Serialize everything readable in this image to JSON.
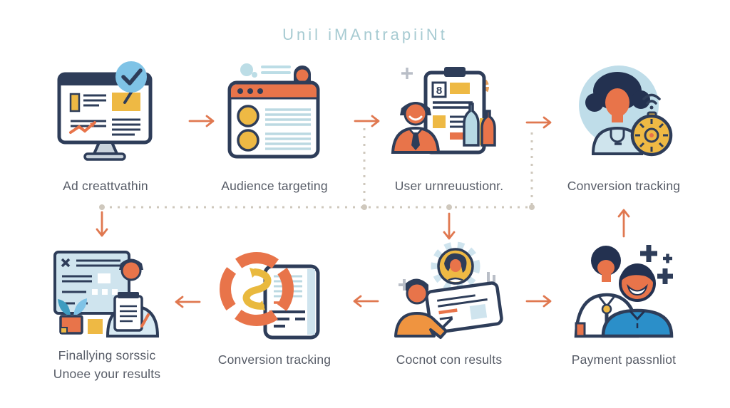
{
  "title": "Unil iMAntrapiiNt",
  "colors": {
    "accent_orange": "#e07850",
    "outline_navy": "#2e3d59",
    "fill_orange": "#e8744a",
    "fill_yellow": "#eeb944",
    "fill_sky": "#7fc3e6",
    "fill_lightblue": "#cfe4ee",
    "title_teal": "#a7cbd2",
    "label_grey": "#565b66",
    "dotted_grey": "#cfc8bd"
  },
  "steps": {
    "top": [
      {
        "label": "Ad creattvathin",
        "icon": "ad-creation-monitor-icon"
      },
      {
        "label": "Audience targeting",
        "icon": "audience-browser-icon"
      },
      {
        "label": "User urnreuustionr.",
        "icon": "user-clipboard-icon"
      },
      {
        "label": "Conversion tracking",
        "icon": "stopwatch-person-icon"
      }
    ],
    "bottom": [
      {
        "label": "Finallying sorssic",
        "label2": "Unoee your results",
        "icon": "analyze-results-icon"
      },
      {
        "label": "Conversion tracking",
        "icon": "sync-document-icon"
      },
      {
        "label": "Cocnot con results",
        "icon": "results-presentation-icon"
      },
      {
        "label": "Payment passnliot",
        "icon": "payment-people-icon"
      }
    ]
  }
}
